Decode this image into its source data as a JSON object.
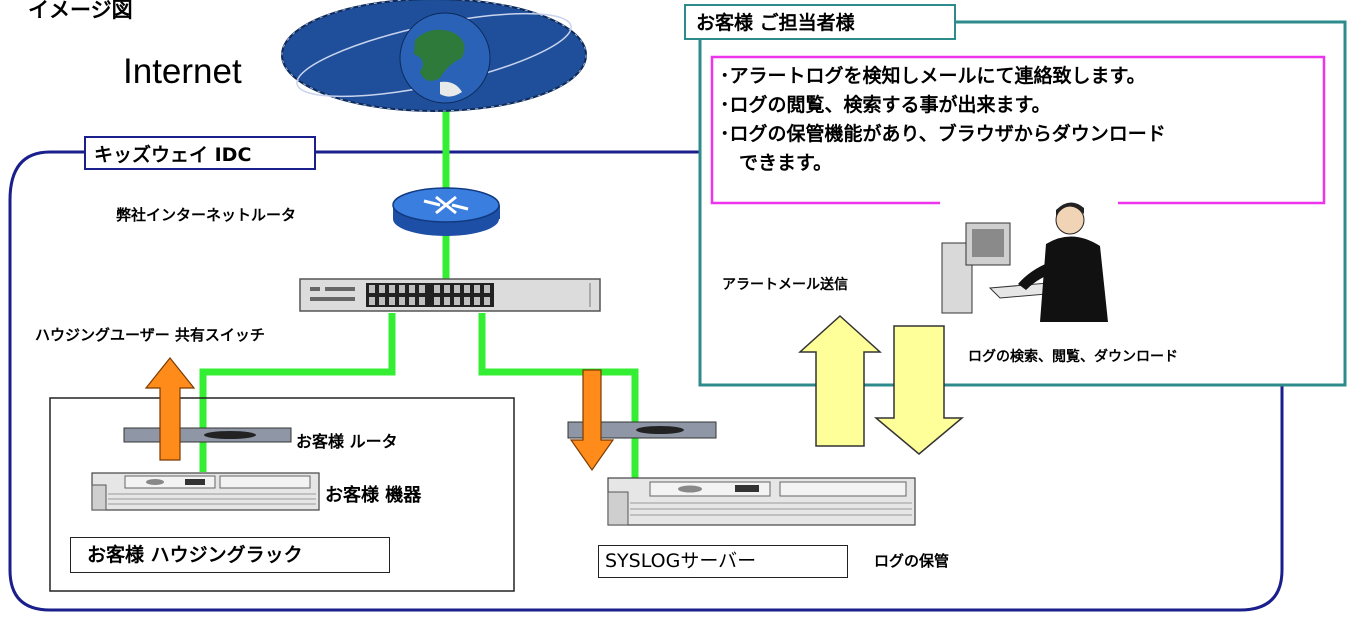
{
  "page_title": "イメージ図",
  "internet_label": "Internet",
  "idc_label": "キッズウェイ IDC",
  "router_label": "弊社インターネットルータ",
  "shared_switch_label": "ハウジングユーザー 共有スイッチ",
  "customer_router_label": "お客様 ルータ",
  "customer_equipment_label": "お客様 機器",
  "customer_rack_label": "お客様 ハウジングラック",
  "syslog_server_label": "SYSLOGサーバー",
  "log_storage_label": "ログの保管",
  "alert_mail_label": "アラートメール送信",
  "log_search_label": "ログの検索、閲覧、ダウンロード",
  "customer_contact_label": "お客様 ご担当者様",
  "features": [
    "･アラートログを検知しメールにて連絡致します。",
    "･ログの閲覧、検索する事が出来ます。",
    "･ログの保管機能があり、ブラウザからダウンロード",
    "　できます。"
  ],
  "colors": {
    "link_green": "#33ee33",
    "idc_border": "#1a1f8c",
    "panel_border": "#2e8b8b",
    "features_border": "#ee33ee",
    "arrow_orange": "#ff8c1a",
    "arrow_yellow": "#ffff99",
    "globe_ocean": "#1f4f9a"
  },
  "icons": [
    "globe-icon",
    "router-icon",
    "switch-icon",
    "server-icon",
    "person-at-computer-icon"
  ]
}
